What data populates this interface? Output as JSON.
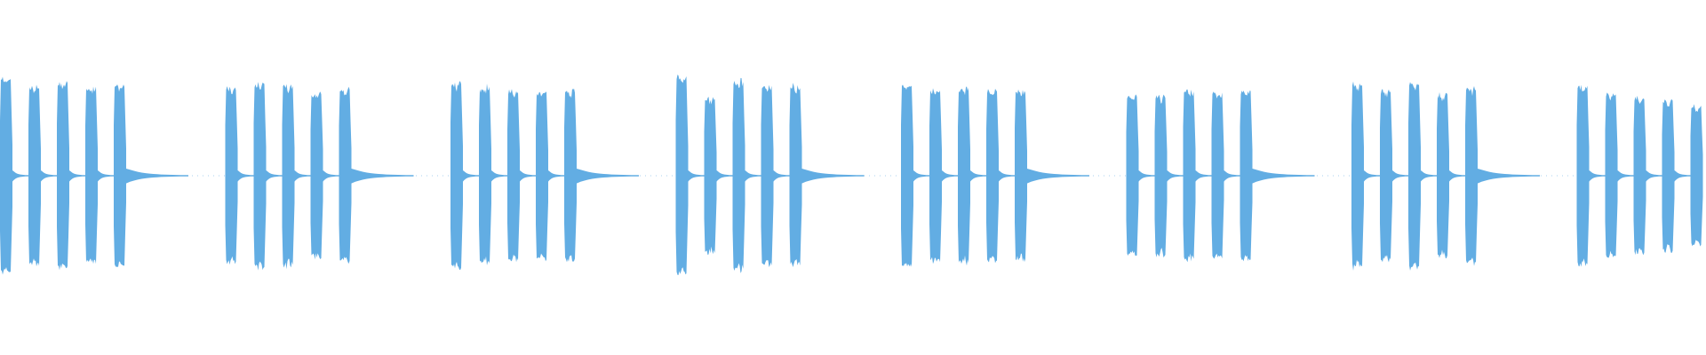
{
  "waveform": {
    "color": "#62ADE3",
    "background": "#FFFFFF",
    "group_count": 8,
    "pulses_per_group": 5,
    "pulse_amplitudes": [
      [
        0.98,
        0.9,
        0.93,
        0.89,
        0.9
      ],
      [
        0.88,
        0.92,
        0.91,
        0.83,
        0.87
      ],
      [
        0.93,
        0.89,
        0.85,
        0.85,
        0.85
      ],
      [
        1.0,
        0.78,
        0.95,
        0.9,
        0.9
      ],
      [
        0.92,
        0.87,
        0.88,
        0.85,
        0.85
      ],
      [
        0.8,
        0.8,
        0.85,
        0.83,
        0.85
      ],
      [
        0.92,
        0.85,
        0.93,
        0.82,
        0.88
      ],
      [
        0.9,
        0.82,
        0.78,
        0.75,
        0.7
      ]
    ],
    "tail_level": 0.015
  }
}
